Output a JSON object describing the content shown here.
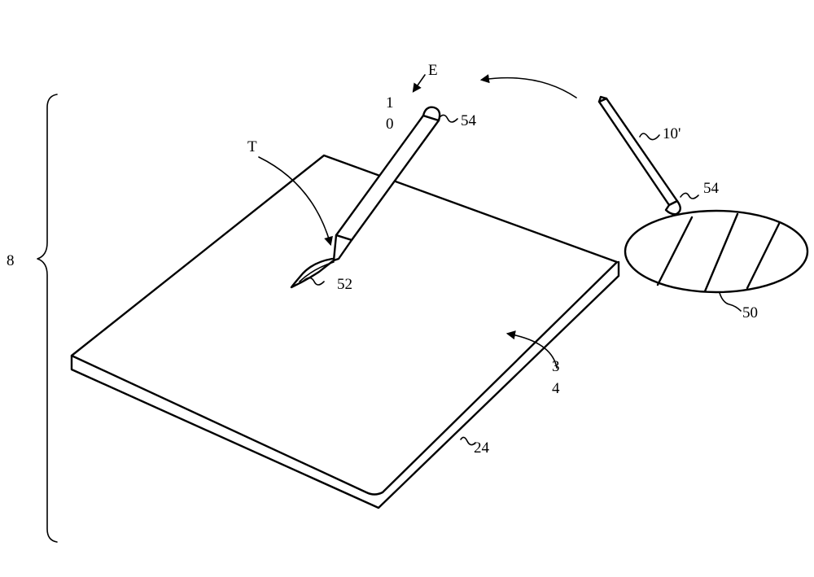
{
  "labels": {
    "assembly": "8",
    "stylus_digit_1": "1",
    "stylus_digit_2": "0",
    "stylus_alt": "10'",
    "cap": "54",
    "cap_alt": "54",
    "tip": "52",
    "trace": "T",
    "direction": "E",
    "device": "24",
    "surface_digit_1": "3",
    "surface_digit_2": "4",
    "detail": "50"
  }
}
